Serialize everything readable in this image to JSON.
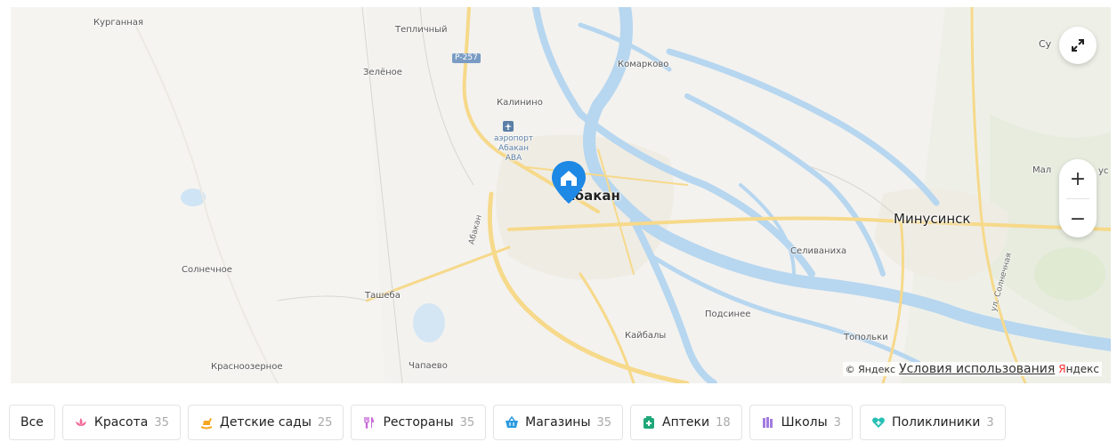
{
  "map": {
    "labels": {
      "kurgannaya": "Курганная",
      "teplichny": "Тепличный",
      "zelenoe": "Зелёное",
      "p257": "Р-257",
      "komarkovo": "Комарково",
      "kalinino": "Калинино",
      "airport_l1": "аэропорт",
      "airport_l2": "Абакан",
      "airport_l3": "ABA",
      "abakan": "Абакан",
      "minusinsk": "Минусинск",
      "selivanikha": "Селиваниха",
      "solnechnoe": "Солнечное",
      "tasheba": "Ташеба",
      "podsinee": "Подсинее",
      "kaibaly": "Кайбалы",
      "topolki": "Топольки",
      "krasnoozernoe": "Красноозерное",
      "chapaevo": "Чапаево",
      "su_partial": "Су",
      "mal_partial": "Мал",
      "us_partial": "ус",
      "street_solnechnaya": "ул. Солнечная",
      "street_abakan": "Абакан"
    },
    "controls": {
      "zoom_in": "+",
      "zoom_out": "−"
    },
    "copyright": {
      "text": "© Яндекс",
      "terms": "Условия использования",
      "logo_first": "Я",
      "logo_rest": "ндекс"
    }
  },
  "filters": [
    {
      "label": "Все",
      "count": "",
      "icon": "none"
    },
    {
      "label": "Красота",
      "count": "35",
      "icon": "lotus-icon",
      "color": "#f06a9a"
    },
    {
      "label": "Детские сады",
      "count": "25",
      "icon": "rocking-horse-icon",
      "color": "#f5a623"
    },
    {
      "label": "Рестораны",
      "count": "35",
      "icon": "fork-knife-icon",
      "color": "#c86ad8"
    },
    {
      "label": "Магазины",
      "count": "35",
      "icon": "basket-icon",
      "color": "#2a9ae0"
    },
    {
      "label": "Аптеки",
      "count": "18",
      "icon": "pharmacy-icon",
      "color": "#1fa87a"
    },
    {
      "label": "Школы",
      "count": "3",
      "icon": "books-icon",
      "color": "#a27ae0"
    },
    {
      "label": "Поликлиники",
      "count": "3",
      "icon": "heart-icon",
      "color": "#26c0b4"
    }
  ],
  "colors": {
    "pin": "#1e88e5",
    "water": "#b7d6ef",
    "road": "#f6d98a"
  }
}
